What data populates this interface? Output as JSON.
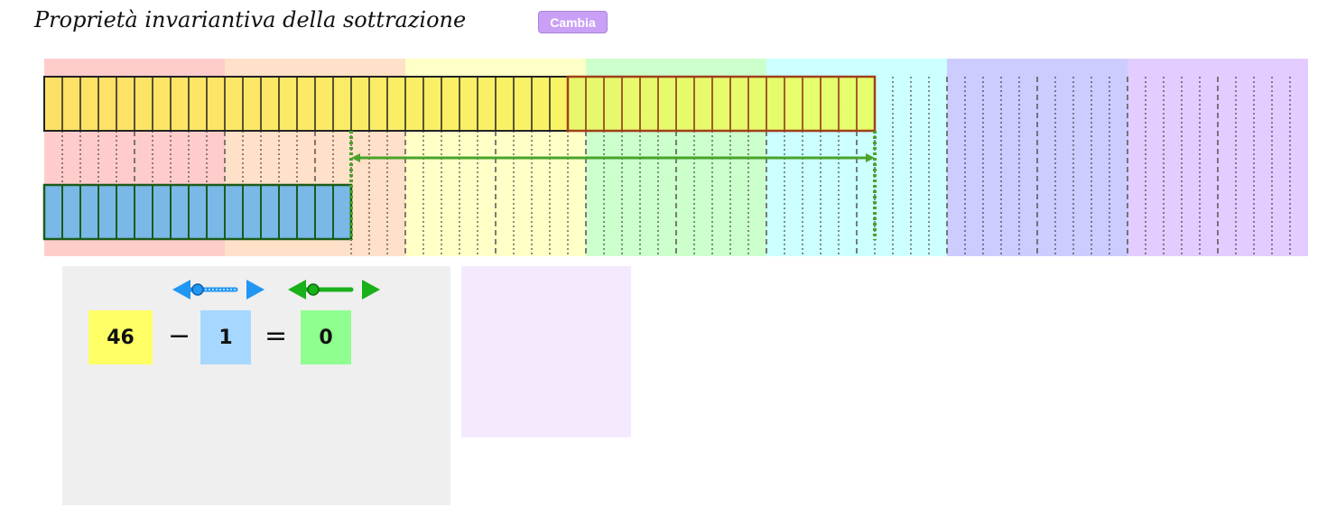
{
  "title": "Proprietà invariantiva della sottrazione",
  "change_button": "Cambia",
  "minuend": 46,
  "subtrahend": 1,
  "difference": 0,
  "equation": {
    "minuend_text": "46",
    "minus_sign": "−",
    "subtrahend_text": "1",
    "equals_sign": "=",
    "difference_text": "0"
  },
  "diagram": {
    "total_units": 70,
    "top_bar_units": 46,
    "top_highlight_start": 29,
    "top_highlight_end": 46,
    "bottom_bar_units": 17,
    "arrow_from": 17,
    "arrow_to": 46
  },
  "colors": {
    "bands": [
      "#ffcccc",
      "#ffe0c8",
      "#ffffc8",
      "#ccffcc",
      "#ccffff",
      "#ccccff",
      "#e3ccff"
    ],
    "top_bar_fill_start": "#ffe066",
    "top_bar_fill_end": "#f5ff66",
    "top_bar_border": "#222222",
    "highlight_border": "#a0401a",
    "bottom_bar_fill": "#7ab8e8",
    "bottom_bar_border": "#1a5c1a",
    "arrow": "#4aa32a",
    "minuend_box": "#ffff66",
    "subtrahend_box": "#a6d8ff",
    "difference_box": "#8fff8f",
    "blue_slider": "#2196f3",
    "green_slider": "#1ab01a"
  },
  "icons": {
    "blue_slider_left": "triangle-left-icon",
    "blue_slider_right": "triangle-right-icon",
    "green_slider_left": "triangle-left-icon",
    "green_slider_right": "triangle-right-icon"
  }
}
